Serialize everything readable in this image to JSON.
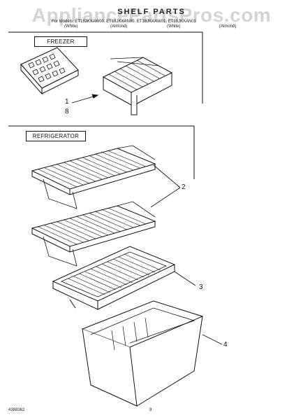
{
  "watermark": "AppliancePartsPros.com",
  "title": "SHELF PARTS",
  "models_line": "For Models: ET18JKXAW00, ET18JKXAN00, ET18JKXAW01, ET18JKXAN01",
  "model_colors": [
    "(White)",
    "(Almond)",
    "(White)",
    "(Almond)"
  ],
  "sections": {
    "freezer": "FREEZER",
    "refrigerator": "REFRIGERATOR"
  },
  "callouts": {
    "c1": "1",
    "c8": "8",
    "c2": "2",
    "c3": "3",
    "c4": "4"
  },
  "footer": {
    "doc_number": "4388362",
    "page_number": "9"
  }
}
